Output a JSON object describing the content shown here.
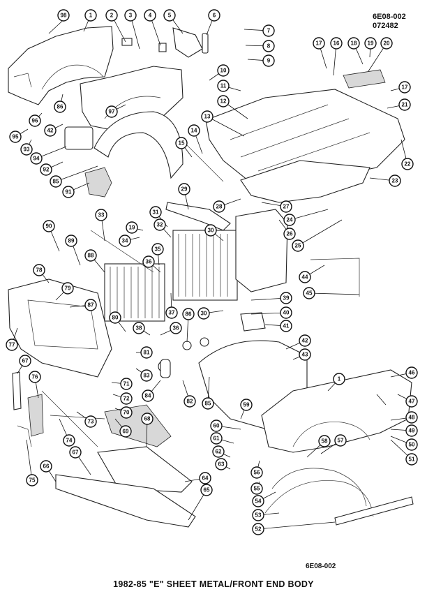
{
  "figure_code_top_line1": "6E08-002",
  "figure_code_top_line2": "072482",
  "figure_code_bottom": "6E08-002",
  "caption": "1982-85 \"E\" SHEET METAL/FRONT END BODY",
  "callouts": {
    "c98": "98",
    "c1a": "1",
    "c2": "2",
    "c3": "3",
    "c4": "4",
    "c5": "5",
    "c6": "6",
    "c7": "7",
    "c8": "8",
    "c9": "9",
    "c10": "10",
    "c11": "11",
    "c12": "12",
    "c13": "13",
    "c14": "14",
    "c15": "15",
    "c16": "16",
    "c17a": "17",
    "c17b": "17",
    "c18": "18",
    "c19a": "19",
    "c20": "20",
    "c21": "21",
    "c22": "22",
    "c23": "23",
    "c24": "24",
    "c25": "25",
    "c26": "26",
    "c27": "27",
    "c28": "28",
    "c29": "29",
    "c30a": "30",
    "c30b": "30",
    "c31": "31",
    "c32": "32",
    "c33": "33",
    "c34": "34",
    "c35": "35",
    "c36a": "36",
    "c36b": "36",
    "c37": "37",
    "c38": "38",
    "c39": "39",
    "c40": "40",
    "c41": "41",
    "c42a": "42",
    "c42b": "42",
    "c43": "43",
    "c44": "44",
    "c45": "45",
    "c46": "46",
    "c47": "47",
    "c48": "48",
    "c49": "49",
    "c50": "50",
    "c51": "51",
    "c52": "52",
    "c53": "53",
    "c54": "54",
    "c55": "55",
    "c56": "56",
    "c57": "57",
    "c58": "58",
    "c59": "59",
    "c60": "60",
    "c61": "61",
    "c62": "62",
    "c63": "63",
    "c64": "64",
    "c65": "65",
    "c66": "66",
    "c67a": "67",
    "c67b": "67",
    "c68": "68",
    "c69": "69",
    "c70": "70",
    "c71": "71",
    "c72": "72",
    "c73": "73",
    "c74": "74",
    "c75": "75",
    "c76": "76",
    "c77": "77",
    "c78": "78",
    "c79": "79",
    "c80": "80",
    "c81": "81",
    "c82": "82",
    "c83": "83",
    "c84": "84",
    "c85a": "85",
    "c85b": "85",
    "c86a": "86",
    "c86b": "86",
    "c87": "87",
    "c88": "88",
    "c89": "89",
    "c90": "90",
    "c91": "91",
    "c92": "92",
    "c93": "93",
    "c94": "94",
    "c95": "95",
    "c96": "96",
    "c97": "97",
    "c1b": "1",
    "c19b": "19"
  }
}
